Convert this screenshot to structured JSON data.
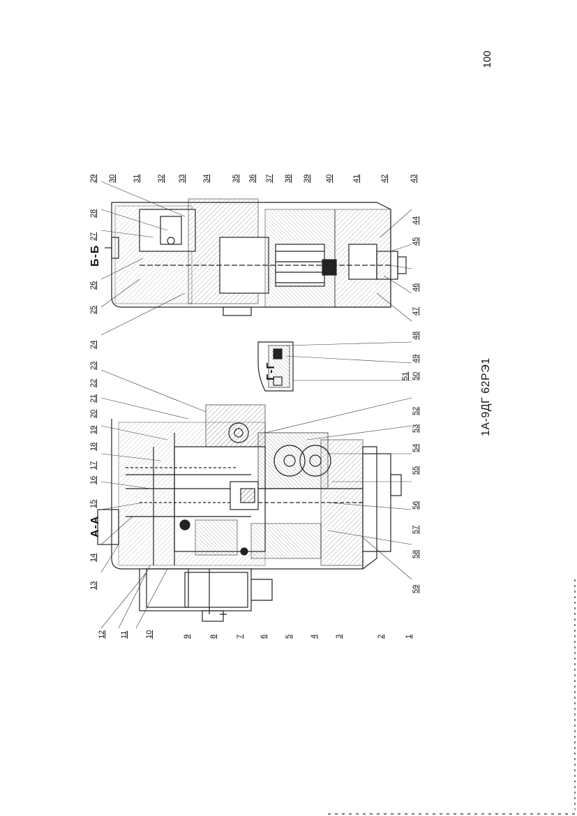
{
  "page_number": "100",
  "document_code": "1А-9ДГ 62РЭ1",
  "sections": {
    "aa": "А-А",
    "bb": "Б-Б",
    "gg": "Г-Г"
  },
  "callouts_left": [
    "1",
    "2",
    "3",
    "4",
    "5",
    "6",
    "7",
    "8",
    "9",
    "10",
    "11",
    "12"
  ],
  "callouts_top_left": [
    "13",
    "14",
    "15",
    "16",
    "17",
    "18",
    "19",
    "20",
    "21",
    "22",
    "23",
    "24"
  ],
  "callouts_top_right": [
    "25",
    "26",
    "27",
    "28",
    "29",
    "30",
    "31",
    "32",
    "33",
    "34",
    "35",
    "36",
    "37",
    "38",
    "39",
    "40",
    "41",
    "42",
    "43"
  ],
  "callouts_right": [
    "44",
    "45",
    "46",
    "47",
    "48",
    "49",
    "50",
    "51"
  ],
  "callouts_mid": [
    "52",
    "53",
    "54",
    "55",
    "56",
    "57",
    "58",
    "59"
  ]
}
